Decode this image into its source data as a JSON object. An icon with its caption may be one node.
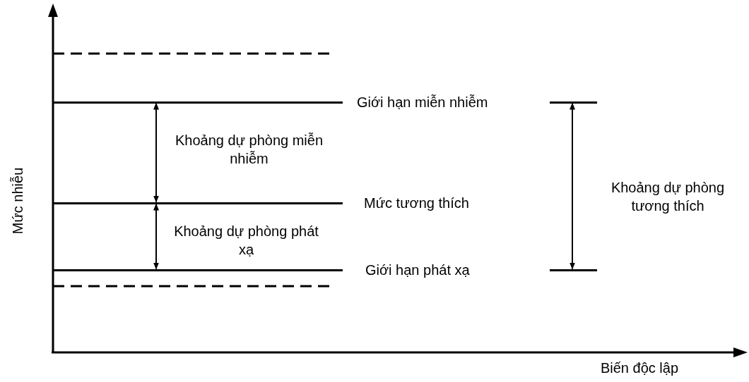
{
  "diagram": {
    "nodes": [
      {
        "text": [],
        "shape": "bar",
        "beside": [
          "Giới hạn miễn nhiễm"
        ]
      },
      {
        "text": [],
        "shape": "bar",
        "beside": [
          "Mức tương thích"
        ]
      },
      {
        "text": [],
        "shape": "bar",
        "beside": [
          "Giới hạn phát xạ"
        ]
      },
      {
        "text": [],
        "shape": "bar"
      },
      {
        "text": [],
        "shape": "bar"
      }
    ],
    "edges": [
      {
        "from": 0,
        "to": 1,
        "arrow": "both",
        "label": "Khoảng dự phòng miễn nhiễm"
      },
      {
        "from": 1,
        "to": 2,
        "arrow": "both",
        "label": "Khoảng dự phòng phát xạ"
      },
      {
        "from": 3,
        "to": 4,
        "arrow": "both",
        "label": "Khoảng dự phòng tương thích"
      }
    ],
    "labels": [
      "Mức nhiễu",
      "Biến độc lập"
    ]
  }
}
